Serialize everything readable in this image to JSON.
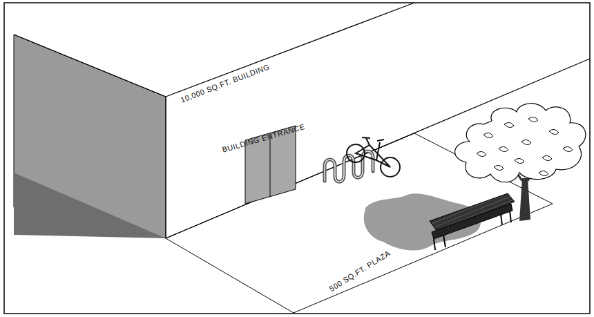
{
  "diagram": {
    "labels": [
      "10,000 SQ.FT. BUILDING",
      "BUILDING ENTRANCE",
      "500 SQ.FT. PLAZA"
    ]
  }
}
